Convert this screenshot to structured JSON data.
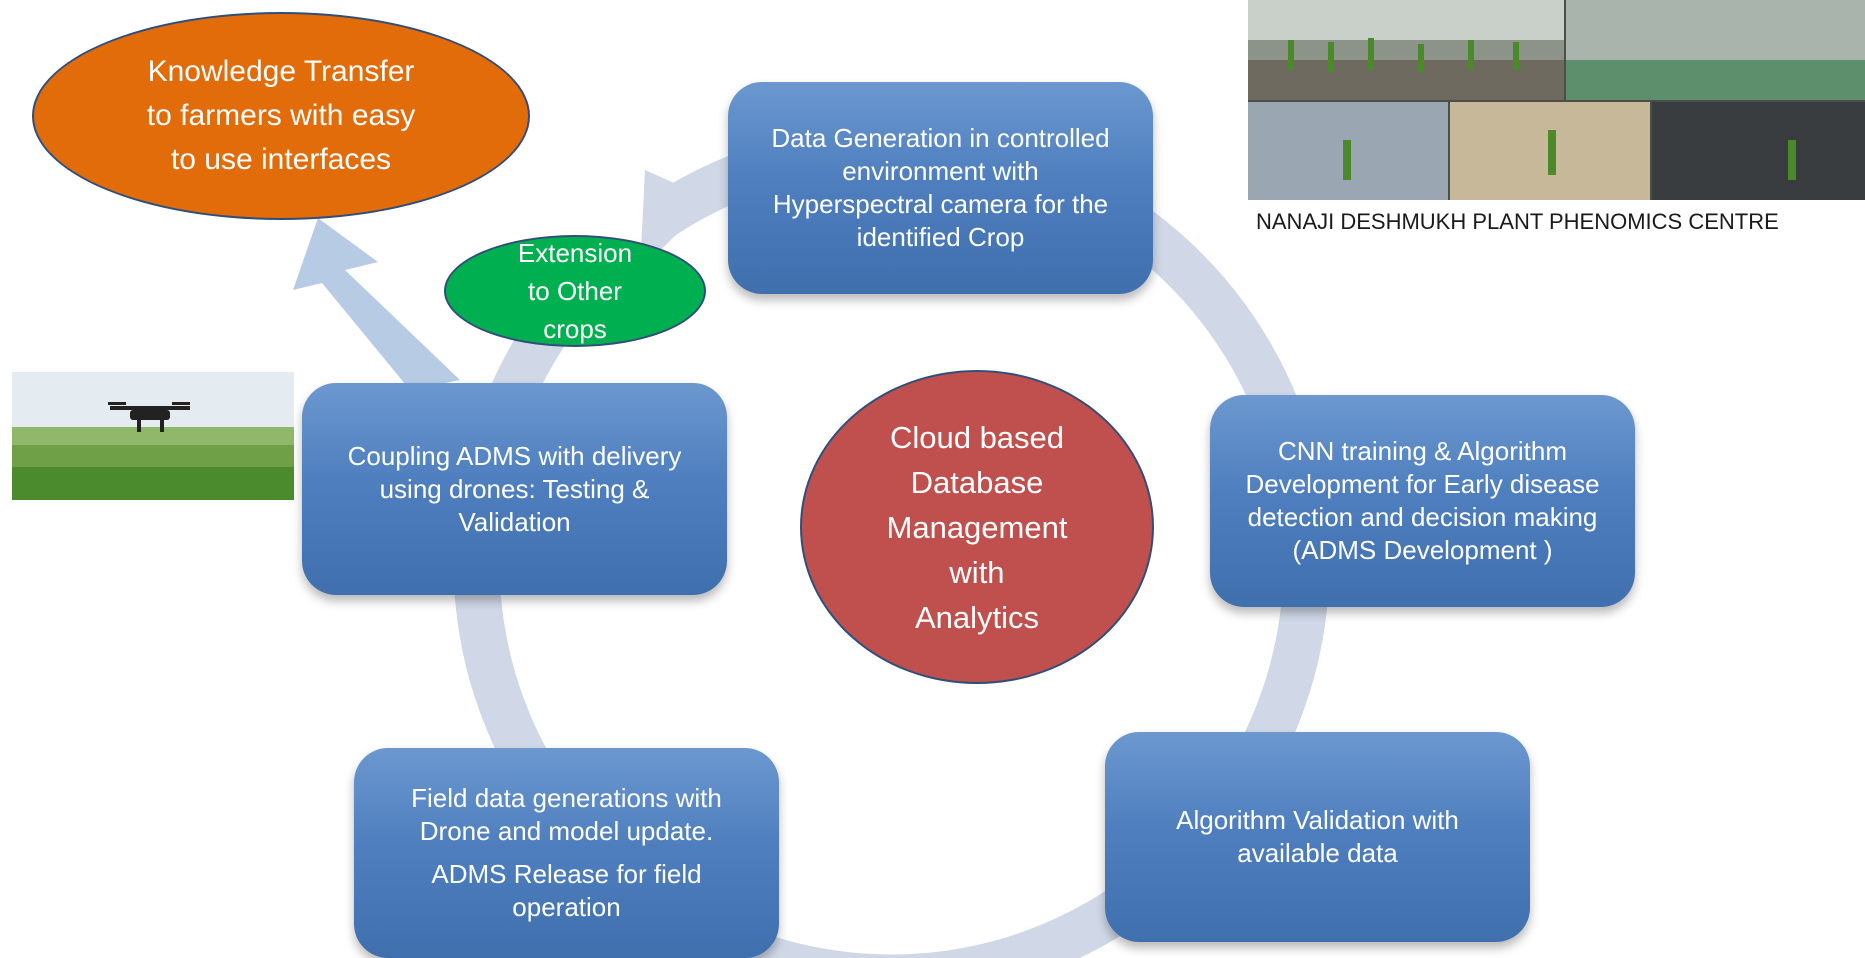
{
  "center": {
    "lines": [
      "Cloud based",
      "Database",
      "Management",
      "with",
      "Analytics"
    ],
    "color": "#c0504d"
  },
  "knowledge": {
    "lines": [
      "Knowledge Transfer",
      "to farmers with easy",
      "to use interfaces"
    ],
    "color": "#e26b0a"
  },
  "extension": {
    "lines": [
      "Extension",
      "to Other",
      "crops"
    ],
    "color": "#00b050"
  },
  "boxes": {
    "data_generation": [
      "Data Generation in controlled",
      "environment with",
      "Hyperspectral camera for the",
      "identified Crop"
    ],
    "cnn_training": [
      "CNN training  & Algorithm",
      "Development for Early  disease",
      "detection and decision making",
      "(ADMS Development )"
    ],
    "algorithm_validation": [
      "Algorithm  Validation with",
      "available data"
    ],
    "field_data": {
      "para1": [
        "Field data generations with",
        "Drone and model update."
      ],
      "para2": [
        "ADMS  Release for field",
        "operation"
      ]
    },
    "coupling": [
      "Coupling ADMS with delivery",
      "using drones: Testing &",
      "Validation"
    ]
  },
  "phenomics_caption": "NANAJI DESHMUKH PLANT PHENOMICS CENTRE",
  "colors": {
    "box_fill": "#4f81bd",
    "cycle_arrow": "#d0d8e8",
    "up_arrow": "#b7cce4"
  }
}
